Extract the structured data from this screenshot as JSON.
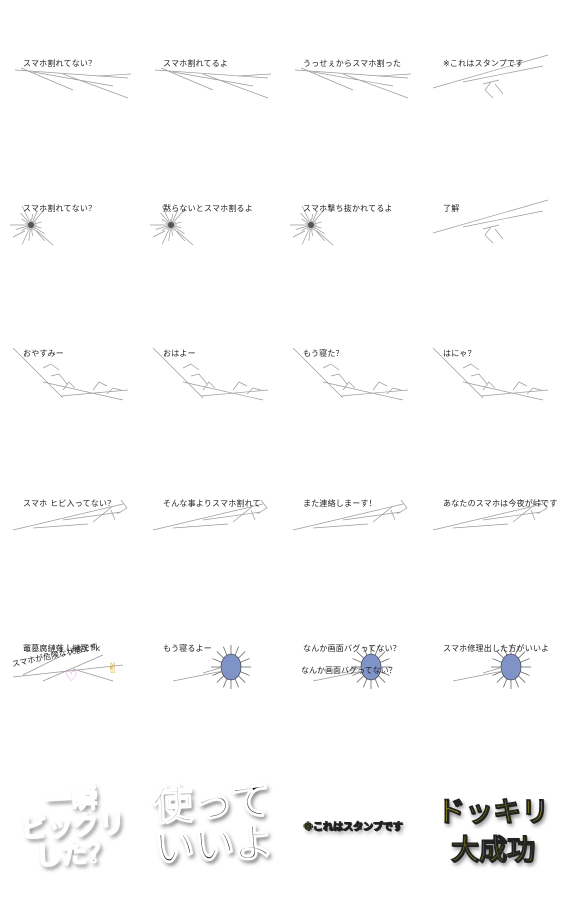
{
  "stickers": [
    {
      "caption": "スマホ割れてない？",
      "art": "streaks"
    },
    {
      "caption": "スマホ割れてるよ",
      "art": "streaks"
    },
    {
      "caption": "うっせぇからスマホ割った",
      "art": "streaks"
    },
    {
      "caption": "※これはスタンプです",
      "art": "streaks-small"
    },
    {
      "caption": "スマホ割れてない？",
      "art": "burst"
    },
    {
      "caption": "黙らないとスマホ割るよ",
      "art": "burst"
    },
    {
      "caption": "スマホ撃ち抜かれてるよ",
      "art": "burst"
    },
    {
      "caption": "了解",
      "art": "streaks-small"
    },
    {
      "caption": "おやすみー",
      "art": "branch"
    },
    {
      "caption": "おはよー",
      "art": "branch"
    },
    {
      "caption": "もう寝た？",
      "art": "branch"
    },
    {
      "caption": "はにゃ？",
      "art": "branch"
    },
    {
      "caption": "スマホ ヒビ入ってない？",
      "art": "crack-right"
    },
    {
      "caption": "そんな事よりスマホ割れて",
      "art": "crack-right"
    },
    {
      "caption": "また連絡しまーす！",
      "art": "crack-right"
    },
    {
      "caption": "あなたのスマホは今夜が峠です",
      "art": "crack-right"
    },
    {
      "caption": "竈墓腐縺薙ｌ縺翫↑k",
      "caption2": "スマホが危険な状態です",
      "art": "glitch"
    },
    {
      "caption": "もう寝るよー",
      "art": "blue"
    },
    {
      "caption": "なんか画面バグってない？",
      "caption2": "なんか画面バグってない？",
      "art": "blue"
    },
    {
      "caption": "スマホ修理出した方がいいよ",
      "art": "blue"
    },
    {
      "big": "一瞬\nビックリ\nした？",
      "style": "dark"
    },
    {
      "big": "使って\nいいよ",
      "style": "dark"
    },
    {
      "big": "※これはスタンプです",
      "style": "yellow-small"
    },
    {
      "big": "ドッキリ\n大成功",
      "style": "yellow"
    }
  ],
  "colors": {
    "ink": "#222222",
    "crack": "#9a9a9a",
    "blue": "#7f93c9",
    "yellow": "#f5f000"
  }
}
